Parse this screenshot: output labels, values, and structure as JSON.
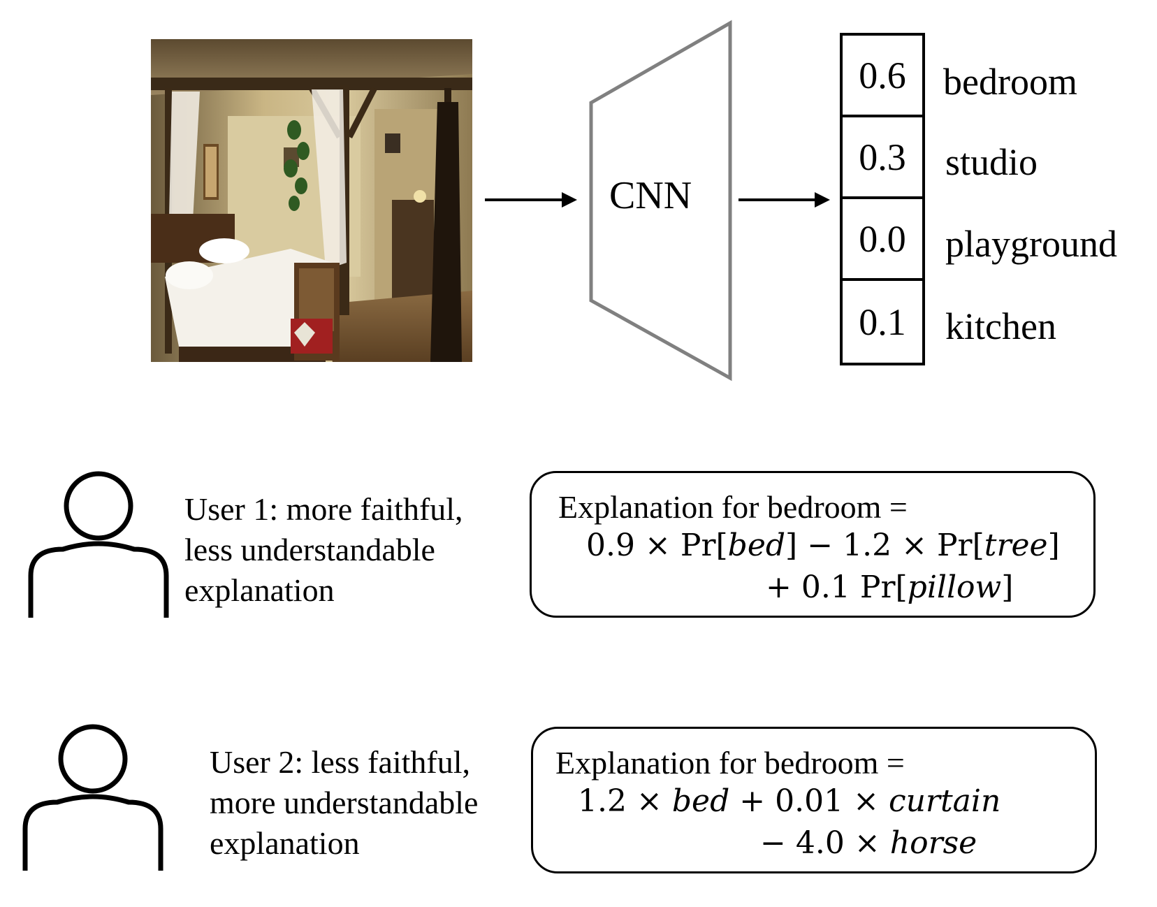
{
  "model": {
    "label": "CNN"
  },
  "outputs": [
    {
      "score": "0.6",
      "label": "bedroom"
    },
    {
      "score": "0.3",
      "label": "studio"
    },
    {
      "score": "0.0",
      "label": "playground"
    },
    {
      "score": "0.1",
      "label": "kitchen"
    }
  ],
  "users": [
    {
      "caption_lines": [
        "User 1: more faithful,",
        "less understandable",
        "explanation"
      ],
      "explanation_title": "Explanation for bedroom =",
      "formula_line1": {
        "c1": "0.9",
        "op1": "×",
        "f1": "Pr",
        "v1": "bed",
        "minus": "−",
        "c2": "1.2",
        "op2": "×",
        "f2": "Pr",
        "v2": "tree"
      },
      "formula_line2": {
        "plus": "+",
        "c3": "0.1",
        "f3": "Pr",
        "v3": "pillow"
      }
    },
    {
      "caption_lines": [
        "User 2: less faithful,",
        "more understandable",
        "explanation"
      ],
      "explanation_title": "Explanation for bedroom =",
      "formula_line1": {
        "c1": "1.2",
        "op1": "×",
        "v1": "bed",
        "plus": "+",
        "c2": "0.01",
        "op2": "×",
        "v2": "curtain"
      },
      "formula_line2": {
        "minus": "−",
        "c3": "4.0",
        "op3": "×",
        "v3": "horse"
      }
    }
  ]
}
